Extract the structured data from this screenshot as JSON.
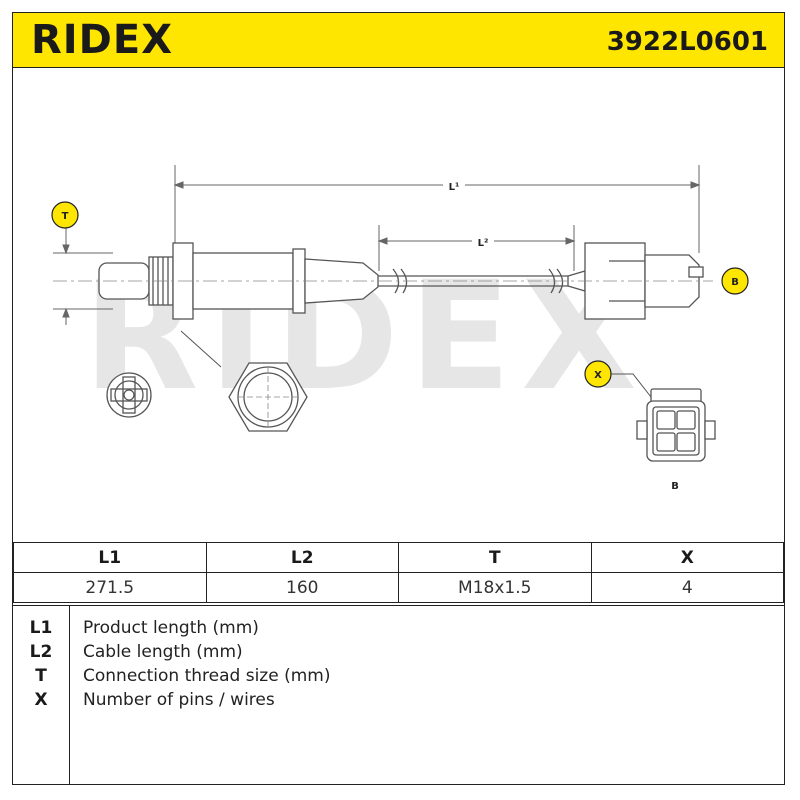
{
  "header": {
    "brand": "RIDEX",
    "part_number": "3922L0601",
    "accent_color": "#ffe600"
  },
  "drawing": {
    "dimension_labels": {
      "l1": "L¹",
      "l2": "L²",
      "t": "T",
      "b": "B",
      "x": "X"
    },
    "connector_caption": "B",
    "watermark": "RIDEX"
  },
  "spec_table": {
    "headers": [
      "L1",
      "L2",
      "T",
      "X"
    ],
    "values": [
      "271.5",
      "160",
      "M18x1.5",
      "4"
    ]
  },
  "legend": [
    {
      "key": "L1",
      "description": "Product length (mm)"
    },
    {
      "key": "L2",
      "description": "Cable length (mm)"
    },
    {
      "key": "T",
      "description": "Connection thread size (mm)"
    },
    {
      "key": "X",
      "description": "Number of pins / wires"
    }
  ]
}
